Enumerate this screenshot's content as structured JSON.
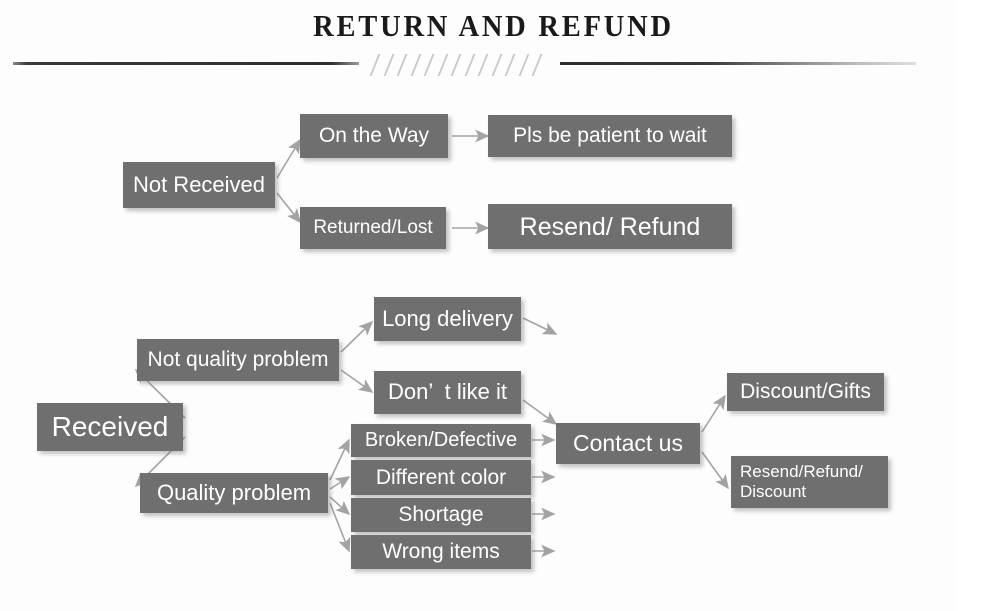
{
  "header": {
    "title": "RETURN  AND  REFUND",
    "divider_hatch_count": 13
  },
  "colors": {
    "background": "#fdfdfd",
    "node_fill": "#6f6f6f",
    "node_text": "#ffffff",
    "arrow": "#a0a0a0",
    "title_text": "#1a1a1a",
    "divider_dark": "#2e2e2e",
    "divider_hatch": "#c9c9c9"
  },
  "flow": {
    "branches": [
      {
        "root": "Not Received",
        "children": [
          {
            "label": "On the Way",
            "result": "Pls be patient to wait"
          },
          {
            "label": "Returned/Lost",
            "result": "Resend/ Refund"
          }
        ]
      },
      {
        "root": "Received",
        "children": [
          {
            "label": "Not quality problem",
            "reasons": [
              "Long delivery",
              "Don’  t like it"
            ]
          },
          {
            "label": "Quality problem",
            "reasons": [
              "Broken/Defective",
              "Different color",
              "Shortage",
              "Wrong items"
            ]
          }
        ],
        "action": "Contact us",
        "outcomes": [
          "Discount/Gifts",
          "Resend/Refund/\nDiscount"
        ]
      }
    ]
  },
  "nodes": {
    "not_received": "Not Received",
    "on_the_way": "On the Way",
    "returned_lost": "Returned/Lost",
    "pls_be_patient": "Pls be patient to wait",
    "resend_refund": "Resend/ Refund",
    "received": "Received",
    "not_quality_problem": "Not quality problem",
    "quality_problem": "Quality problem",
    "long_delivery": "Long delivery",
    "dont_like_it": "Don’  t like it",
    "broken_defective": "Broken/Defective",
    "different_color": "Different color",
    "shortage": "Shortage",
    "wrong_items": "Wrong items",
    "contact_us": "Contact us",
    "discount_gifts": "Discount/Gifts",
    "resend_refund_discount": "Resend/Refund/\nDiscount"
  }
}
